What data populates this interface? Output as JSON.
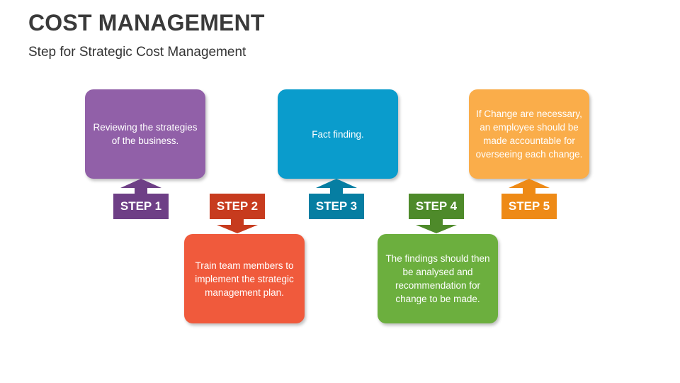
{
  "title": "COST MANAGEMENT",
  "subtitle": "Step for Strategic Cost Management",
  "steps": [
    {
      "label": "STEP 1",
      "text": "Reviewing the strategies of the business.",
      "color": "#9160A8",
      "dark": "#6E3F86",
      "position": "top"
    },
    {
      "label": "STEP 2",
      "text": "Train team members to implement the strategic management plan.",
      "color": "#F05A3C",
      "dark": "#C73B1E",
      "position": "bottom"
    },
    {
      "label": "STEP 3",
      "text": "Fact finding.",
      "color": "#0A9CCC",
      "dark": "#067EA2",
      "position": "top"
    },
    {
      "label": "STEP 4",
      "text": "The findings should then be analysed and recommendation for change to be made.",
      "color": "#6CAF3E",
      "dark": "#4E8A2A",
      "position": "bottom"
    },
    {
      "label": "STEP 5",
      "text": "If Change are necessary, an employee should be made accountable for overseeing  each change.",
      "color": "#FAAD4A",
      "dark": "#EE8A16",
      "position": "top"
    }
  ]
}
